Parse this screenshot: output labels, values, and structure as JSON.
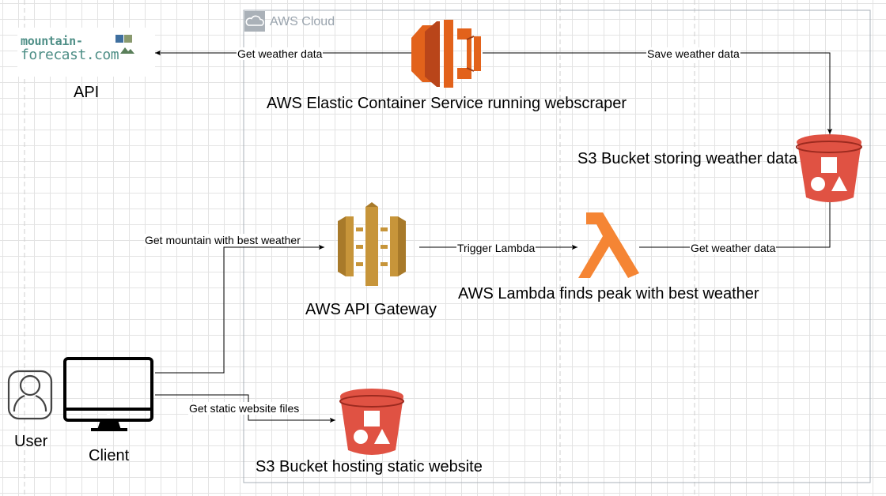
{
  "cloud": {
    "title": "AWS Cloud"
  },
  "nodes": {
    "api": {
      "logo_top": "mountain-",
      "logo_bottom": "forecast.com",
      "label": "API"
    },
    "ecs": {
      "label": "AWS Elastic Container Service running webscraper"
    },
    "s3_data": {
      "label": "S3 Bucket storing weather data"
    },
    "api_gateway": {
      "label": "AWS API Gateway"
    },
    "lambda": {
      "label": "AWS Lambda finds peak with best weather"
    },
    "client": {
      "label": "Client"
    },
    "user": {
      "label": "User"
    },
    "s3_static": {
      "label": "S3 Bucket hosting static website"
    }
  },
  "edges": {
    "ecs_to_api": "Get weather data",
    "ecs_to_s3": "Save weather data",
    "client_to_gateway": "Get  mountain with best weather",
    "gateway_to_lambda": "Trigger Lambda",
    "lambda_to_s3": "Get weather data",
    "client_to_s3_static": "Get static website files"
  },
  "colors": {
    "ecs": "#e2621b",
    "s3": "#e05243",
    "api_gateway": "#c7953a",
    "lambda": "#f58534",
    "logo_teal": "#4f8f87",
    "cloud_border": "#aab1b8"
  }
}
